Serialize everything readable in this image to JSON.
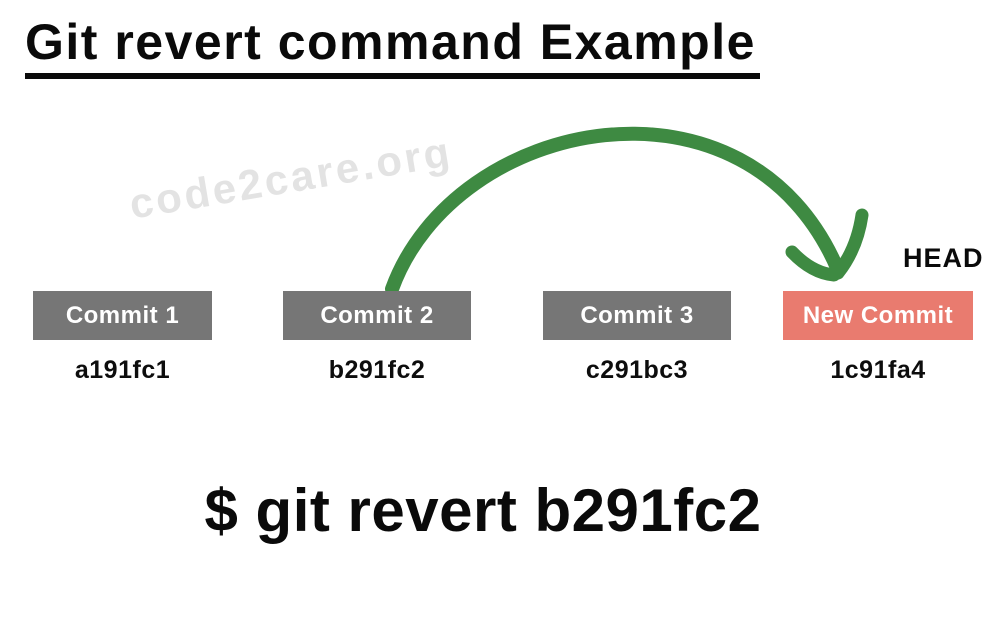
{
  "title": "Git revert command Example",
  "watermark": "code2care.org",
  "head_label": "HEAD",
  "commits": [
    {
      "label": "Commit 1",
      "hash": "a191fc1",
      "type": "normal"
    },
    {
      "label": "Commit 2",
      "hash": "b291fc2",
      "type": "normal"
    },
    {
      "label": "Commit 3",
      "hash": "c291bc3",
      "type": "normal"
    },
    {
      "label": "New Commit",
      "hash": "1c91fa4",
      "type": "new"
    }
  ],
  "arrow": {
    "from_commit": "Commit 2",
    "to_commit": "New Commit",
    "color": "#3e8a42"
  },
  "command": "$ git revert b291fc2",
  "colors": {
    "commit_box_gray": "#767676",
    "new_commit_red": "#e97b6f",
    "arrow_green": "#3e8a42",
    "watermark_gray": "#e3e3e3",
    "text_black": "#0a0a0a"
  }
}
